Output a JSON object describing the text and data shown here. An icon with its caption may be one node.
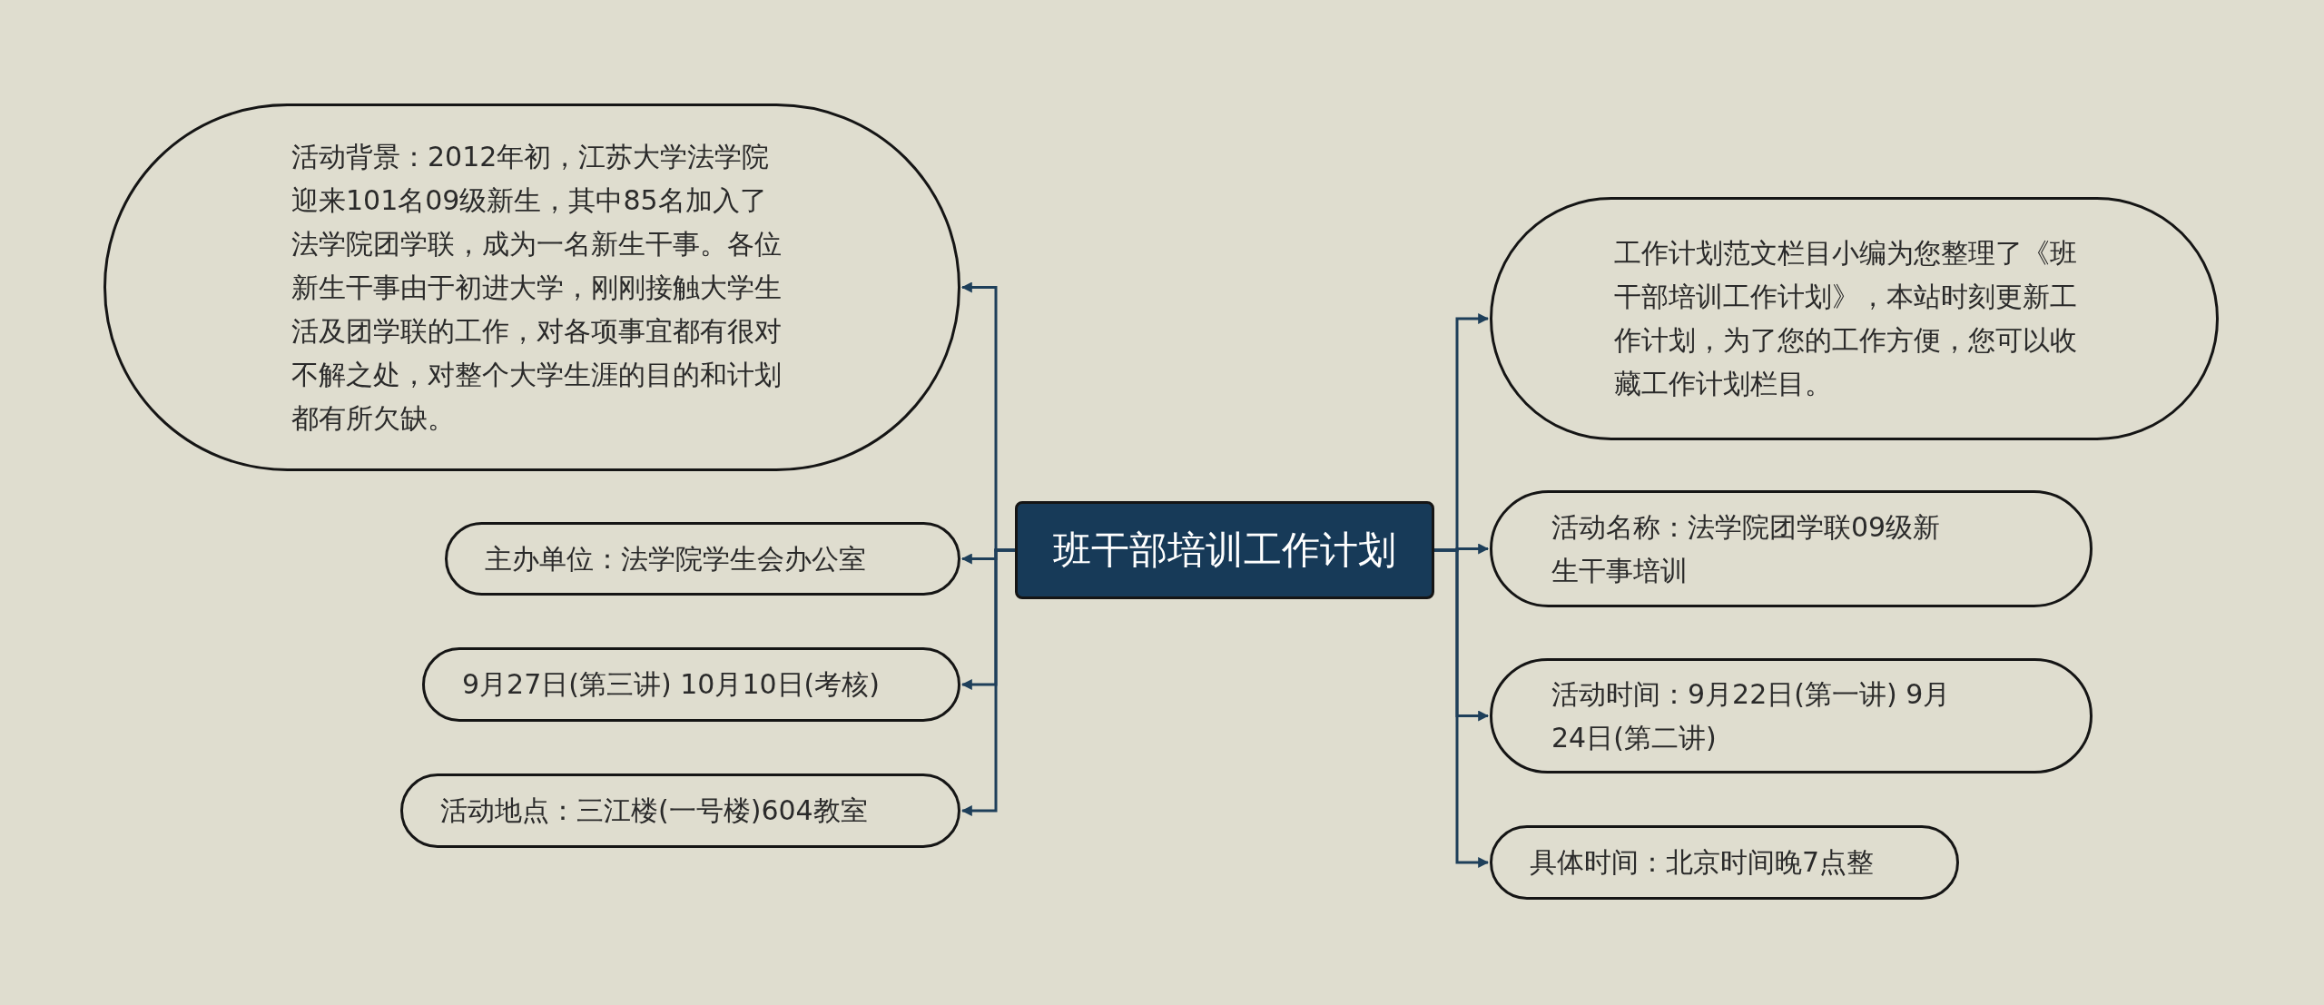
{
  "diagram": {
    "nodes": [
      {
        "text": [
          "班干部培训工作计划"
        ]
      },
      {
        "text": [
          "活动背景：2012年初，江苏大学法学院迎来101名09级新生，其中85名加入了法学院团学联，成为一名新生干事。各位新生干事由于初进大学，刚刚接触大学生活及团学联的工作，对各项事宜都有很对不解之处，对整个大学生涯的目的和计划都有所欠缺。"
        ]
      },
      {
        "text": [
          "主办单位：法学院学生会办公室"
        ]
      },
      {
        "text": [
          "9月27日(第三讲) 10月10日(考核)"
        ]
      },
      {
        "text": [
          "活动地点：三江楼(一号楼)604教室"
        ]
      },
      {
        "text": [
          "工作计划范文栏目小编为您整理了《班干部培训工作计划》，本站时刻更新工作计划，为了您的工作方便，您可以收藏工作计划栏目。"
        ]
      },
      {
        "text": [
          "活动名称：法学院团学联09级新生干事培训"
        ]
      },
      {
        "text": [
          "活动时间：9月22日(第一讲) 9月24日(第二讲)"
        ]
      },
      {
        "text": [
          "具体时间：北京时间晚7点整"
        ]
      }
    ],
    "edges": [
      {
        "from": 0,
        "to": 1,
        "arrow": "to"
      },
      {
        "from": 0,
        "to": 2,
        "arrow": "to"
      },
      {
        "from": 0,
        "to": 3,
        "arrow": "to"
      },
      {
        "from": 0,
        "to": 4,
        "arrow": "to"
      },
      {
        "from": 0,
        "to": 5,
        "arrow": "to"
      },
      {
        "from": 0,
        "to": 6,
        "arrow": "to"
      },
      {
        "from": 0,
        "to": 7,
        "arrow": "to"
      },
      {
        "from": 0,
        "to": 8,
        "arrow": "to"
      }
    ]
  }
}
